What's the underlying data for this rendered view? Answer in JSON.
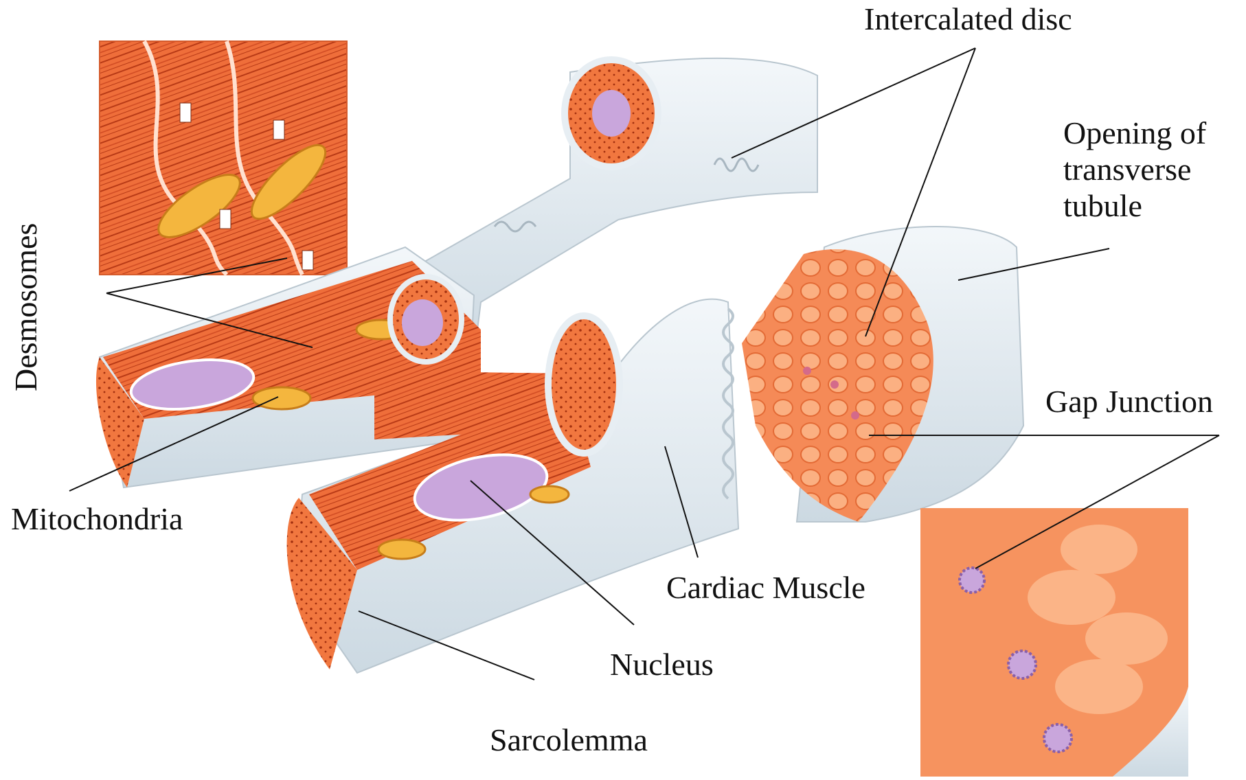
{
  "labels": {
    "intercalated_disc": "Intercalated disc",
    "opening_line1": "Opening of",
    "opening_line2": "transverse",
    "opening_line3": "tubule",
    "desmosomes": "Desmosomes",
    "gap_junction": "Gap Junction",
    "mitochondria": "Mitochondria",
    "cardiac_muscle": "Cardiac Muscle",
    "nucleus": "Nucleus",
    "sarcolemma": "Sarcolemma"
  },
  "colors": {
    "muscle": "#f0703c",
    "muscle_dark": "#c8401c",
    "membrane": "#e4ecf1",
    "nucleus": "#c9a6dc",
    "mitochondria": "#f2b640",
    "leader": "#111111"
  }
}
